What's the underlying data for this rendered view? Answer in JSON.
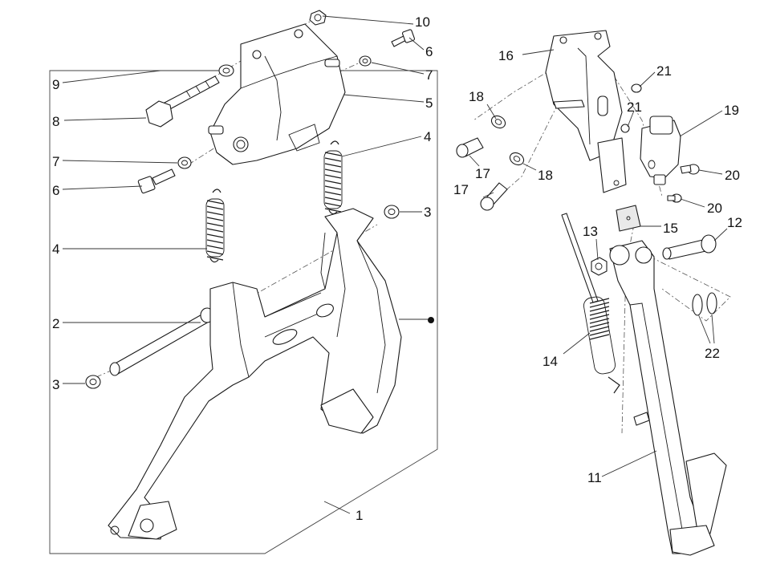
{
  "diagram": {
    "callouts": {
      "c1": "1",
      "c2": "2",
      "c3a": "3",
      "c3b": "3",
      "c4a": "4",
      "c4b": "4",
      "c5": "5",
      "c6a": "6",
      "c6b": "6",
      "c7a": "7",
      "c7b": "7",
      "c8": "8",
      "c9": "9",
      "c10": "10",
      "c11": "11",
      "c12": "12",
      "c13": "13",
      "c14": "14",
      "c15": "15",
      "c16": "16",
      "c17a": "17",
      "c17b": "17",
      "c18a": "18",
      "c18b": "18",
      "c19": "19",
      "c20a": "20",
      "c20b": "20",
      "c21a": "21",
      "c21b": "21",
      "c22": "22"
    }
  }
}
